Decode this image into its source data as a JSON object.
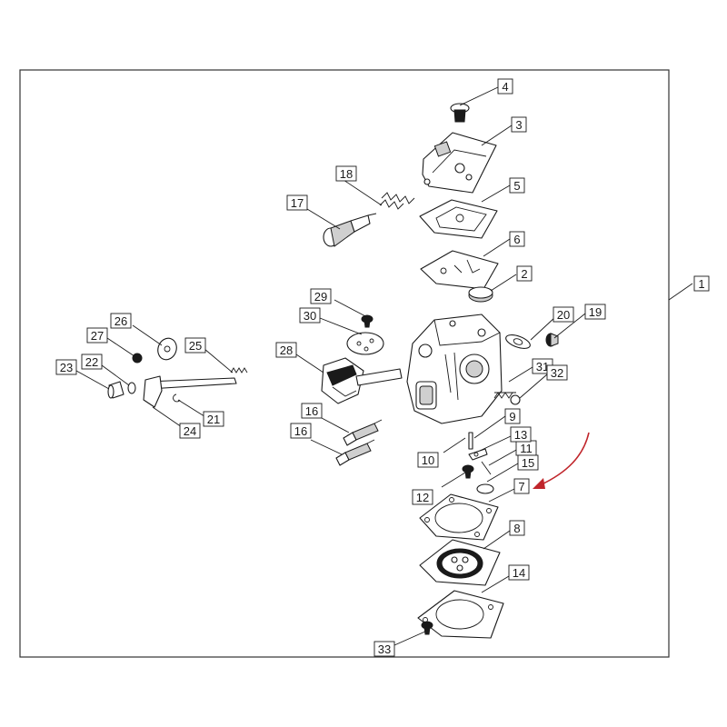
{
  "callouts": [
    {
      "id": "c1",
      "label": "1"
    },
    {
      "id": "c2",
      "label": "2"
    },
    {
      "id": "c3",
      "label": "3"
    },
    {
      "id": "c4",
      "label": "4"
    },
    {
      "id": "c5",
      "label": "5"
    },
    {
      "id": "c6",
      "label": "6"
    },
    {
      "id": "c7",
      "label": "7"
    },
    {
      "id": "c8",
      "label": "8"
    },
    {
      "id": "c9",
      "label": "9"
    },
    {
      "id": "c10",
      "label": "10"
    },
    {
      "id": "c11",
      "label": "11"
    },
    {
      "id": "c12",
      "label": "12"
    },
    {
      "id": "c13",
      "label": "13"
    },
    {
      "id": "c14",
      "label": "14"
    },
    {
      "id": "c15",
      "label": "15"
    },
    {
      "id": "c16a",
      "label": "16"
    },
    {
      "id": "c16b",
      "label": "16"
    },
    {
      "id": "c17",
      "label": "17"
    },
    {
      "id": "c18",
      "label": "18"
    },
    {
      "id": "c19",
      "label": "19"
    },
    {
      "id": "c20",
      "label": "20"
    },
    {
      "id": "c21",
      "label": "21"
    },
    {
      "id": "c22",
      "label": "22"
    },
    {
      "id": "c23",
      "label": "23"
    },
    {
      "id": "c24",
      "label": "24"
    },
    {
      "id": "c25",
      "label": "25"
    },
    {
      "id": "c26",
      "label": "26"
    },
    {
      "id": "c27",
      "label": "27"
    },
    {
      "id": "c28",
      "label": "28"
    },
    {
      "id": "c29",
      "label": "29"
    },
    {
      "id": "c30",
      "label": "30"
    },
    {
      "id": "c31",
      "label": "31"
    },
    {
      "id": "c32",
      "label": "32"
    },
    {
      "id": "c33",
      "label": "33"
    }
  ],
  "highlight_color": "#c0252b",
  "highlighted_part": "7"
}
